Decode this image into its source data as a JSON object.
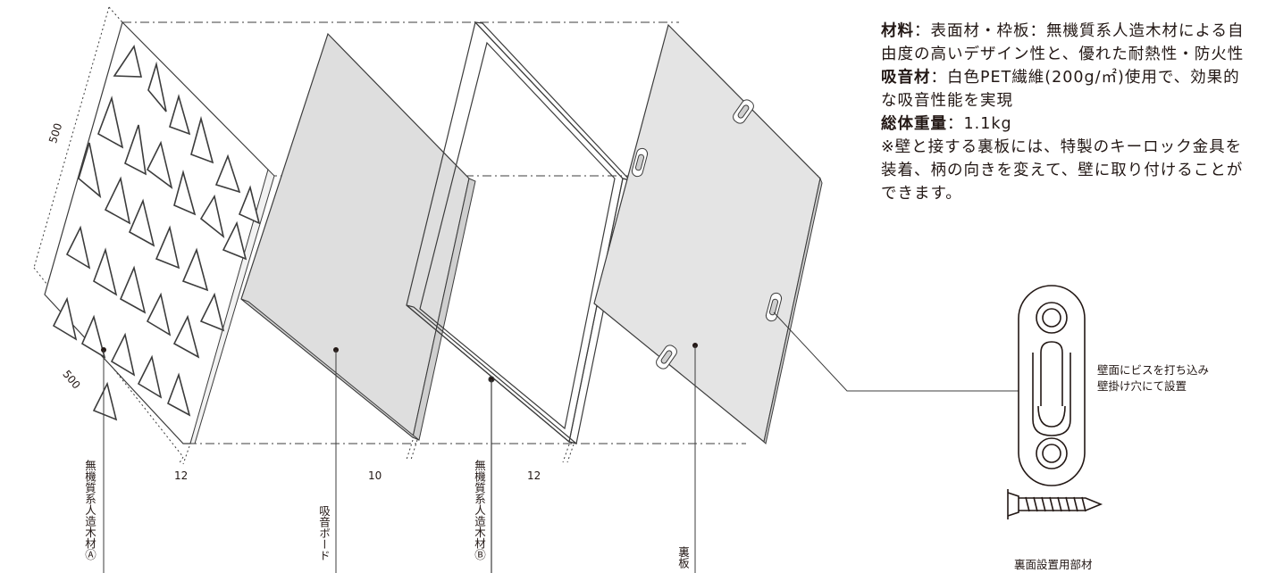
{
  "colors": {
    "ink": "#231815",
    "panel_fill": "#e3e3e3",
    "board_fill": "#dcdcdc",
    "line": "#3c3c3c"
  },
  "spec": {
    "material_label": "材料",
    "material_text": "：表面材・枠板：無機質系人造木材による自由度の高いデザイン性と、優れた耐熱性・防火性",
    "absorb_label": "吸音材",
    "absorb_text": "：白色PET繊維(200g/㎡)使用で、効果的な吸音性能を実現",
    "weight_label": "総体重量",
    "weight_text": "：1.1kg",
    "note": "※壁と接する裏板には、特製のキーロック金具を装着、柄の向きを変えて、壁に取り付けることができます。"
  },
  "dimensions": {
    "depth": "500",
    "width": "500",
    "face_thickness": "12",
    "board_thickness": "10",
    "frame_thickness": "12"
  },
  "parts": {
    "face_panel": "無機質系人造木材Ⓐ",
    "absorb_board": "吸音ボード",
    "frame": "無機質系人造木材Ⓑ",
    "back_plate": "裏板"
  },
  "bracket": {
    "callout_line1": "壁面にビスを打ち込み",
    "callout_line2": "壁掛け穴にて設置",
    "caption": "裏面設置用部材"
  }
}
